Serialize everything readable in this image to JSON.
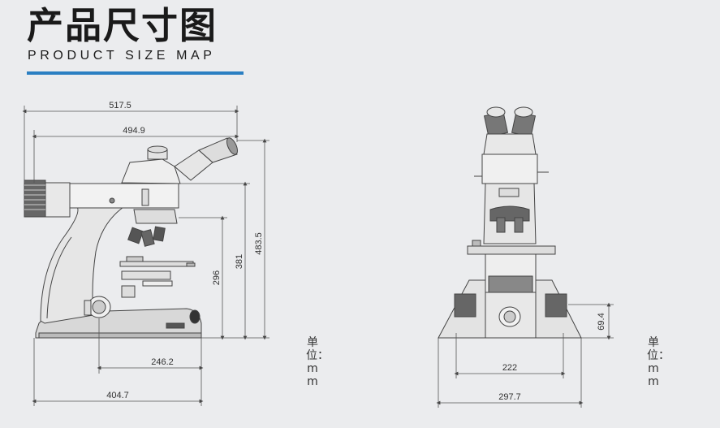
{
  "header": {
    "title": "产品尺寸图",
    "subtitle": "PRODUCT SIZE MAP",
    "accent_color": "#2a7fc2"
  },
  "side_view": {
    "dimensions": {
      "total_length": "517.5",
      "upper_length": "494.9",
      "total_height": "483.5",
      "arm_height": "381",
      "stage_height": "296",
      "base_front": "246.2",
      "base_depth": "404.7"
    },
    "unit_label": "单位：mm"
  },
  "front_view": {
    "dimensions": {
      "foot_height": "69.4",
      "inner_width": "222",
      "outer_width": "297.7"
    },
    "unit_label": "单位：mm"
  }
}
